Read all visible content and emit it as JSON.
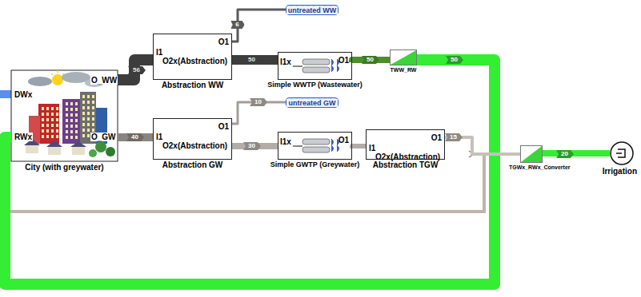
{
  "diagram": {
    "nodes": [
      {
        "text": [
          "City (with greywater)"
        ]
      },
      {
        "text": [
          "O1",
          "I1",
          "O2x(Abstraction)",
          "Abstraction WW"
        ]
      },
      {
        "text": [
          "untreated WW"
        ]
      },
      {
        "text": [
          "I1x",
          "O1",
          "Simple WWTP (Wastewater)"
        ]
      },
      {
        "text": [
          "TWW_RW"
        ]
      },
      {
        "text": [
          "O1",
          "I1",
          "O2x(Abstraction)",
          "Abstraction GW"
        ]
      },
      {
        "text": [
          "untreated GW"
        ]
      },
      {
        "text": [
          "I1x",
          "O1",
          "Simple GWTP (Greywater)"
        ]
      },
      {
        "text": [
          "O1",
          "I1",
          "O2x(Abstraction)",
          "Abstraction TGW"
        ]
      },
      {
        "text": [
          "TGWx_RWx_Converter"
        ]
      },
      {
        "text": [
          "Irrigation"
        ]
      }
    ],
    "edges": [
      {
        "from": 0,
        "to": 1,
        "label": "56",
        "arrow": "none"
      },
      {
        "from": 1,
        "to": 2,
        "label": "6",
        "arrow": "none"
      },
      {
        "from": 1,
        "to": 3,
        "label": "50",
        "arrow": "none"
      },
      {
        "from": 3,
        "to": 4,
        "label": "50",
        "arrow": "none"
      },
      {
        "from": 4,
        "to": 0,
        "label": "50",
        "arrow": "none"
      },
      {
        "from": 0,
        "to": 5,
        "label": "40",
        "arrow": "none"
      },
      {
        "from": 5,
        "to": 6,
        "label": "10",
        "arrow": "none"
      },
      {
        "from": 5,
        "to": 7,
        "label": "30",
        "arrow": "none"
      },
      {
        "from": 7,
        "to": 8,
        "arrow": "none"
      },
      {
        "from": 8,
        "to": 9,
        "label": "15",
        "arrow": "none"
      },
      {
        "from": 9,
        "to": 10,
        "label": "20",
        "arrow": "none"
      }
    ],
    "labels": [
      "DWx",
      "O_WW",
      "RWx",
      "O_GW"
    ]
  }
}
